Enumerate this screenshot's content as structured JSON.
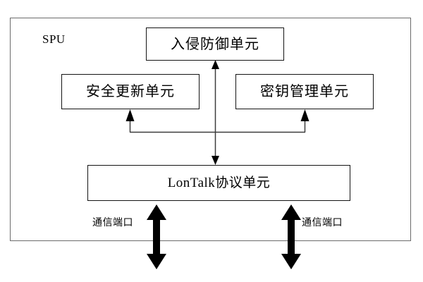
{
  "diagram": {
    "container": {
      "name": "SPU",
      "label": "SPU"
    },
    "units": [
      {
        "id": "intrusion-prevention-unit",
        "label": "入侵防御单元"
      },
      {
        "id": "security-update-unit",
        "label": "安全更新单元"
      },
      {
        "id": "key-management-unit",
        "label": "密钥管理单元"
      },
      {
        "id": "lontalk-protocol-unit",
        "label": "LonTalk协议单元"
      }
    ],
    "ports": [
      {
        "id": "communication-port-left",
        "label": "通信端口"
      },
      {
        "id": "communication-port-right",
        "label": "通信端口"
      }
    ],
    "colors": {
      "frame_stroke": "#6b6b6b",
      "box_stroke": "#141414",
      "connector_stroke": "#3c3c3c",
      "arrow_fill": "#000000",
      "background": "#ffffff"
    }
  }
}
